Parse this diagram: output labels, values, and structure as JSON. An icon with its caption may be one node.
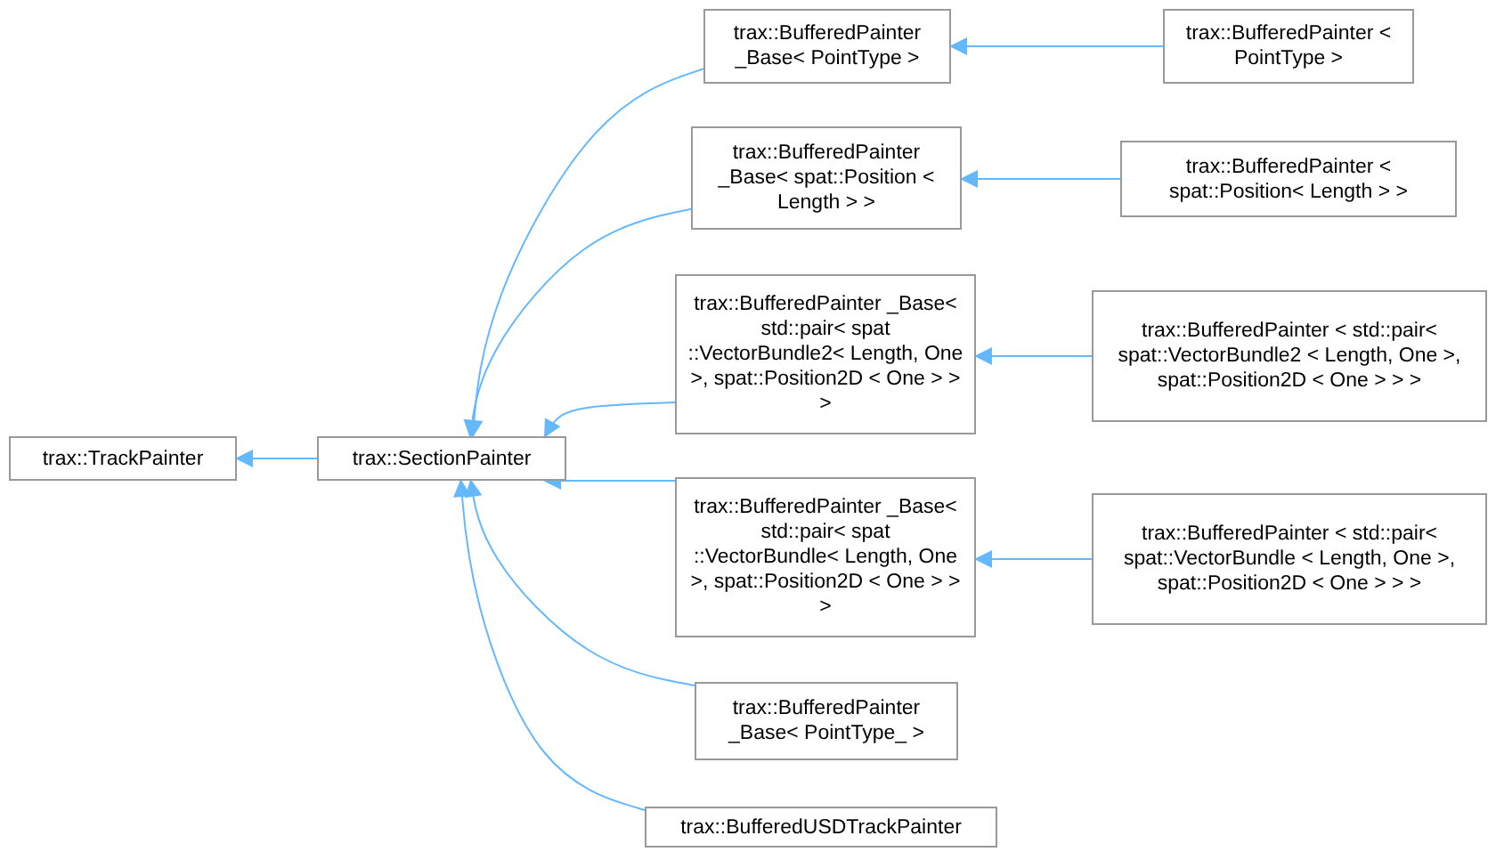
{
  "diagram": {
    "nodes": [
      {
        "text": [
          "trax::TrackPainter"
        ]
      },
      {
        "text": [
          "trax::SectionPainter"
        ]
      },
      {
        "text": [
          "trax::BufferedPainter _Base< PointType >"
        ]
      },
      {
        "text": [
          "trax::BufferedPainter _Base< spat::Position < Length > >"
        ]
      },
      {
        "text": [
          "trax::BufferedPainter _Base< std::pair< spat ::VectorBundle2< Length, One >, spat::Position2D < One > > >"
        ]
      },
      {
        "text": [
          "trax::BufferedPainter _Base< std::pair< spat ::VectorBundle< Length, One >, spat::Position2D < One > > >"
        ]
      },
      {
        "text": [
          "trax::BufferedPainter _Base< PointType_ >"
        ]
      },
      {
        "text": [
          "trax::BufferedUSDTrackPainter"
        ]
      },
      {
        "text": [
          "trax::BufferedPainter < PointType >"
        ]
      },
      {
        "text": [
          "trax::BufferedPainter < spat::Position< Length > >"
        ]
      },
      {
        "text": [
          "trax::BufferedPainter < std::pair< spat::VectorBundle2 < Length, One >, spat::Position2D < One > > >"
        ]
      },
      {
        "text": [
          "trax::BufferedPainter < std::pair< spat::VectorBundle < Length, One >, spat::Position2D < One > > >"
        ]
      }
    ],
    "edges": [
      {
        "from": 1,
        "to": 0,
        "arrow": "to"
      },
      {
        "from": 2,
        "to": 1,
        "arrow": "to"
      },
      {
        "from": 3,
        "to": 1,
        "arrow": "to"
      },
      {
        "from": 4,
        "to": 1,
        "arrow": "to"
      },
      {
        "from": 5,
        "to": 1,
        "arrow": "to"
      },
      {
        "from": 6,
        "to": 1,
        "arrow": "to"
      },
      {
        "from": 7,
        "to": 1,
        "arrow": "to"
      },
      {
        "from": 8,
        "to": 2,
        "arrow": "to"
      },
      {
        "from": 9,
        "to": 3,
        "arrow": "to"
      },
      {
        "from": 10,
        "to": 4,
        "arrow": "to"
      },
      {
        "from": 11,
        "to": 5,
        "arrow": "to"
      }
    ]
  }
}
